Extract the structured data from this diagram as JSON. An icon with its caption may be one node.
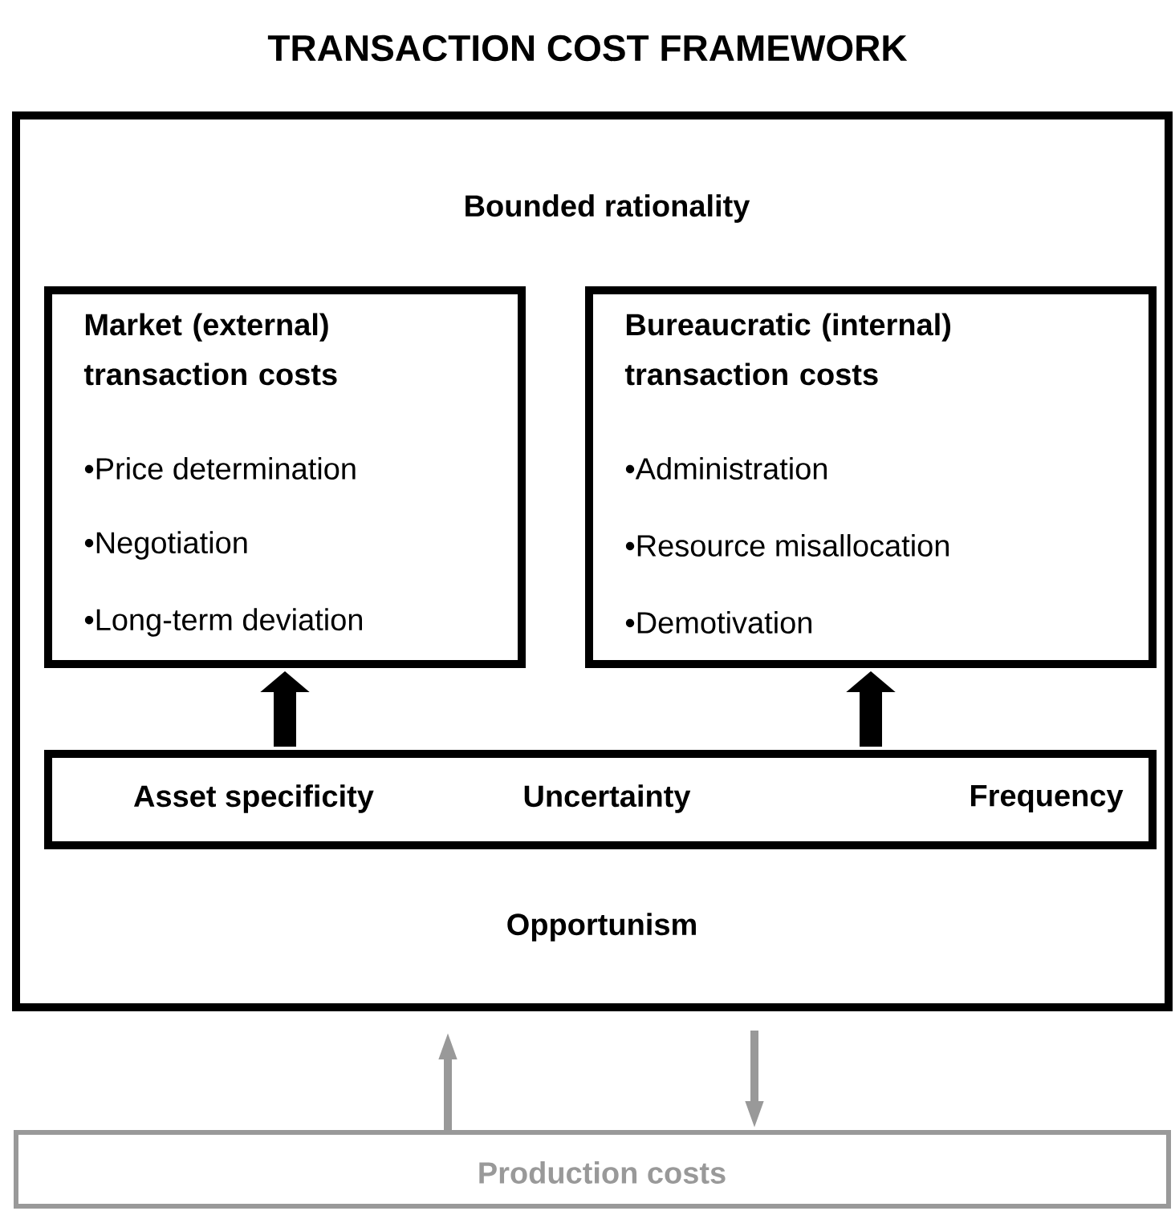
{
  "diagram": {
    "title": "TRANSACTION COST FRAMEWORK",
    "nodes": [
      {
        "text": [
          "Bounded rationality",
          "Opportunism"
        ]
      },
      {
        "text": [
          "Market (external) transaction costs",
          "•Price determination",
          "•Negotiation",
          "•Long-term deviation"
        ],
        "in": 0
      },
      {
        "text": [
          "Bureaucratic (internal) transaction costs",
          "•Administration",
          "•Resource misallocation",
          "•Demotivation"
        ],
        "in": 0
      },
      {
        "text": [
          "Asset specificity",
          "Uncertainty",
          "Frequency"
        ],
        "in": 0
      },
      {
        "text": [
          "Production costs"
        ]
      }
    ],
    "edges": [
      {
        "from": 3,
        "to": 1,
        "arrow": "to",
        "style": "thick"
      },
      {
        "from": 3,
        "to": 2,
        "arrow": "to",
        "style": "thick"
      },
      {
        "from": 4,
        "to": 0,
        "arrow": "to",
        "color": "#999999"
      },
      {
        "from": 0,
        "to": 4,
        "arrow": "to",
        "color": "#999999"
      }
    ]
  }
}
